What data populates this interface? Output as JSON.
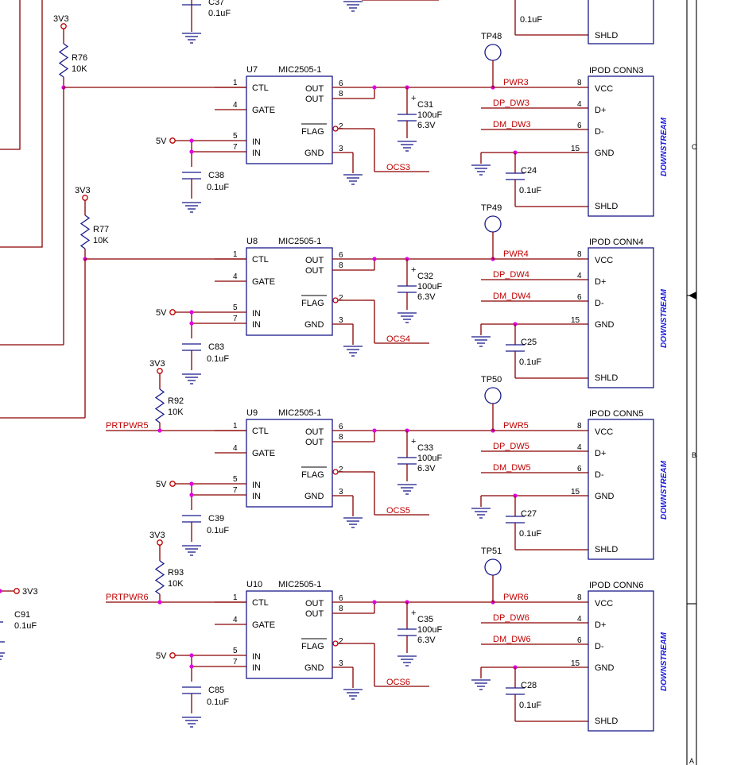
{
  "top_partial": {
    "cap_ref": "C37",
    "cap_val": "0.1uF",
    "conn_pin": "SHLD",
    "cap_val2": "0.1uF"
  },
  "left_resistors": [
    {
      "rail": "3V3",
      "ref": "R76",
      "val": "10K"
    },
    {
      "rail": "3V3",
      "ref": "R77",
      "val": "10K"
    }
  ],
  "stages": [
    {
      "ic_ref": "U7",
      "ic_part": "MIC2505-1",
      "pins": {
        "ctl": "1",
        "gate": "4",
        "in1": "5",
        "in2": "7",
        "out1": "6",
        "out2": "8",
        "flag": "2",
        "gnd": "3"
      },
      "pin_labels": {
        "ctl": "CTL",
        "gate": "GATE",
        "in1": "IN",
        "in2": "IN",
        "out1": "OUT",
        "out2": "OUT",
        "flag": "FLAG",
        "gnd": "GND"
      },
      "supply": "5V",
      "in_cap_ref": "C38",
      "in_cap_val": "0.1uF",
      "out_cap_ref": "C31",
      "out_cap_val": "100uF",
      "out_cap_volt": "6.3V",
      "out_cap_plus": "+",
      "tp": "TP48",
      "pwr_net": "PWR3",
      "ocs_net": "OCS3",
      "dp_net": "DP_DW3",
      "dm_net": "DM_DW3",
      "conn_ref": "IPOD CONN3",
      "conn_pins": {
        "vcc": "8",
        "dp": "4",
        "dm": "6",
        "gnd": "15"
      },
      "conn_labels": {
        "vcc": "VCC",
        "dp": "D+",
        "dm": "D-",
        "gnd": "GND",
        "shld": "SHLD"
      },
      "shld_cap_ref": "C24",
      "shld_cap_val": "0.1uF",
      "side": "DOWNSTREAM",
      "ctl_res": null
    },
    {
      "ic_ref": "U8",
      "ic_part": "MIC2505-1",
      "pins": {
        "ctl": "1",
        "gate": "4",
        "in1": "5",
        "in2": "7",
        "out1": "6",
        "out2": "8",
        "flag": "2",
        "gnd": "3"
      },
      "pin_labels": {
        "ctl": "CTL",
        "gate": "GATE",
        "in1": "IN",
        "in2": "IN",
        "out1": "OUT",
        "out2": "OUT",
        "flag": "FLAG",
        "gnd": "GND"
      },
      "supply": "5V",
      "in_cap_ref": "C83",
      "in_cap_val": "0.1uF",
      "out_cap_ref": "C32",
      "out_cap_val": "100uF",
      "out_cap_volt": "6.3V",
      "out_cap_plus": "+",
      "tp": "TP49",
      "pwr_net": "PWR4",
      "ocs_net": "OCS4",
      "dp_net": "DP_DW4",
      "dm_net": "DM_DW4",
      "conn_ref": "IPOD CONN4",
      "conn_pins": {
        "vcc": "8",
        "dp": "4",
        "dm": "6",
        "gnd": "15"
      },
      "conn_labels": {
        "vcc": "VCC",
        "dp": "D+",
        "dm": "D-",
        "gnd": "GND",
        "shld": "SHLD"
      },
      "shld_cap_ref": "C25",
      "shld_cap_val": "0.1uF",
      "side": "DOWNSTREAM",
      "ctl_res": null
    },
    {
      "ic_ref": "U9",
      "ic_part": "MIC2505-1",
      "pins": {
        "ctl": "1",
        "gate": "4",
        "in1": "5",
        "in2": "7",
        "out1": "6",
        "out2": "8",
        "flag": "2",
        "gnd": "3"
      },
      "pin_labels": {
        "ctl": "CTL",
        "gate": "GATE",
        "in1": "IN",
        "in2": "IN",
        "out1": "OUT",
        "out2": "OUT",
        "flag": "FLAG",
        "gnd": "GND"
      },
      "supply": "5V",
      "in_cap_ref": "C39",
      "in_cap_val": "0.1uF",
      "out_cap_ref": "C33",
      "out_cap_val": "100uF",
      "out_cap_volt": "6.3V",
      "out_cap_plus": "+",
      "tp": "TP50",
      "pwr_net": "PWR5",
      "ocs_net": "OCS5",
      "dp_net": "DP_DW5",
      "dm_net": "DM_DW5",
      "conn_ref": "IPOD CONN5",
      "conn_pins": {
        "vcc": "8",
        "dp": "4",
        "dm": "6",
        "gnd": "15"
      },
      "conn_labels": {
        "vcc": "VCC",
        "dp": "D+",
        "dm": "D-",
        "gnd": "GND",
        "shld": "SHLD"
      },
      "shld_cap_ref": "C27",
      "shld_cap_val": "0.1uF",
      "side": "DOWNSTREAM",
      "ctl_res": {
        "rail": "3V3",
        "ref": "R92",
        "val": "10K",
        "net": "PRTPWR5"
      }
    },
    {
      "ic_ref": "U10",
      "ic_part": "MIC2505-1",
      "pins": {
        "ctl": "1",
        "gate": "4",
        "in1": "5",
        "in2": "7",
        "out1": "6",
        "out2": "8",
        "flag": "2",
        "gnd": "3"
      },
      "pin_labels": {
        "ctl": "CTL",
        "gate": "GATE",
        "in1": "IN",
        "in2": "IN",
        "out1": "OUT",
        "out2": "OUT",
        "flag": "FLAG",
        "gnd": "GND"
      },
      "supply": "5V",
      "in_cap_ref": "C85",
      "in_cap_val": "0.1uF",
      "out_cap_ref": "C35",
      "out_cap_val": "100uF",
      "out_cap_volt": "6.3V",
      "out_cap_plus": "+",
      "tp": "TP51",
      "pwr_net": "PWR6",
      "ocs_net": "OCS6",
      "dp_net": "DP_DW6",
      "dm_net": "DM_DW6",
      "conn_ref": "IPOD CONN6",
      "conn_pins": {
        "vcc": "8",
        "dp": "4",
        "dm": "6",
        "gnd": "15"
      },
      "conn_labels": {
        "vcc": "VCC",
        "dp": "D+",
        "dm": "D-",
        "gnd": "GND",
        "shld": "SHLD"
      },
      "shld_cap_ref": "C28",
      "shld_cap_val": "0.1uF",
      "side": "DOWNSTREAM",
      "ctl_res": {
        "rail": "3V3",
        "ref": "R93",
        "val": "10K",
        "net": "PRTPWR6"
      }
    }
  ],
  "bottom_left": {
    "rail": "3V3",
    "cap_ref": "C91",
    "cap_val": "0.1uF"
  },
  "zones": [
    "C",
    "B",
    "A"
  ]
}
